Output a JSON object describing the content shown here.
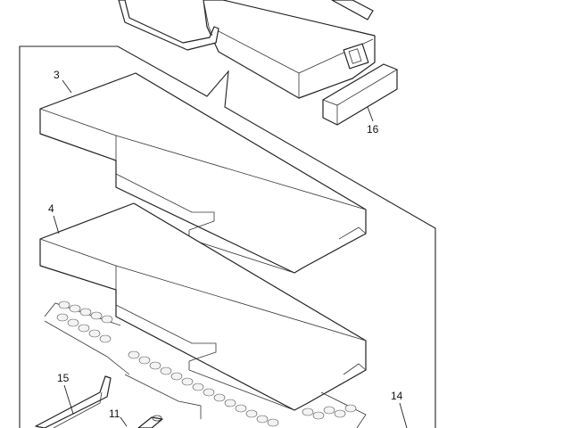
{
  "diagram": {
    "callouts": [
      {
        "id": "callout-3",
        "text": "3"
      },
      {
        "id": "callout-4",
        "text": "4"
      },
      {
        "id": "callout-16",
        "text": "16"
      },
      {
        "id": "callout-15",
        "text": "15"
      },
      {
        "id": "callout-11",
        "text": "11"
      },
      {
        "id": "callout-14",
        "text": "14"
      }
    ]
  }
}
